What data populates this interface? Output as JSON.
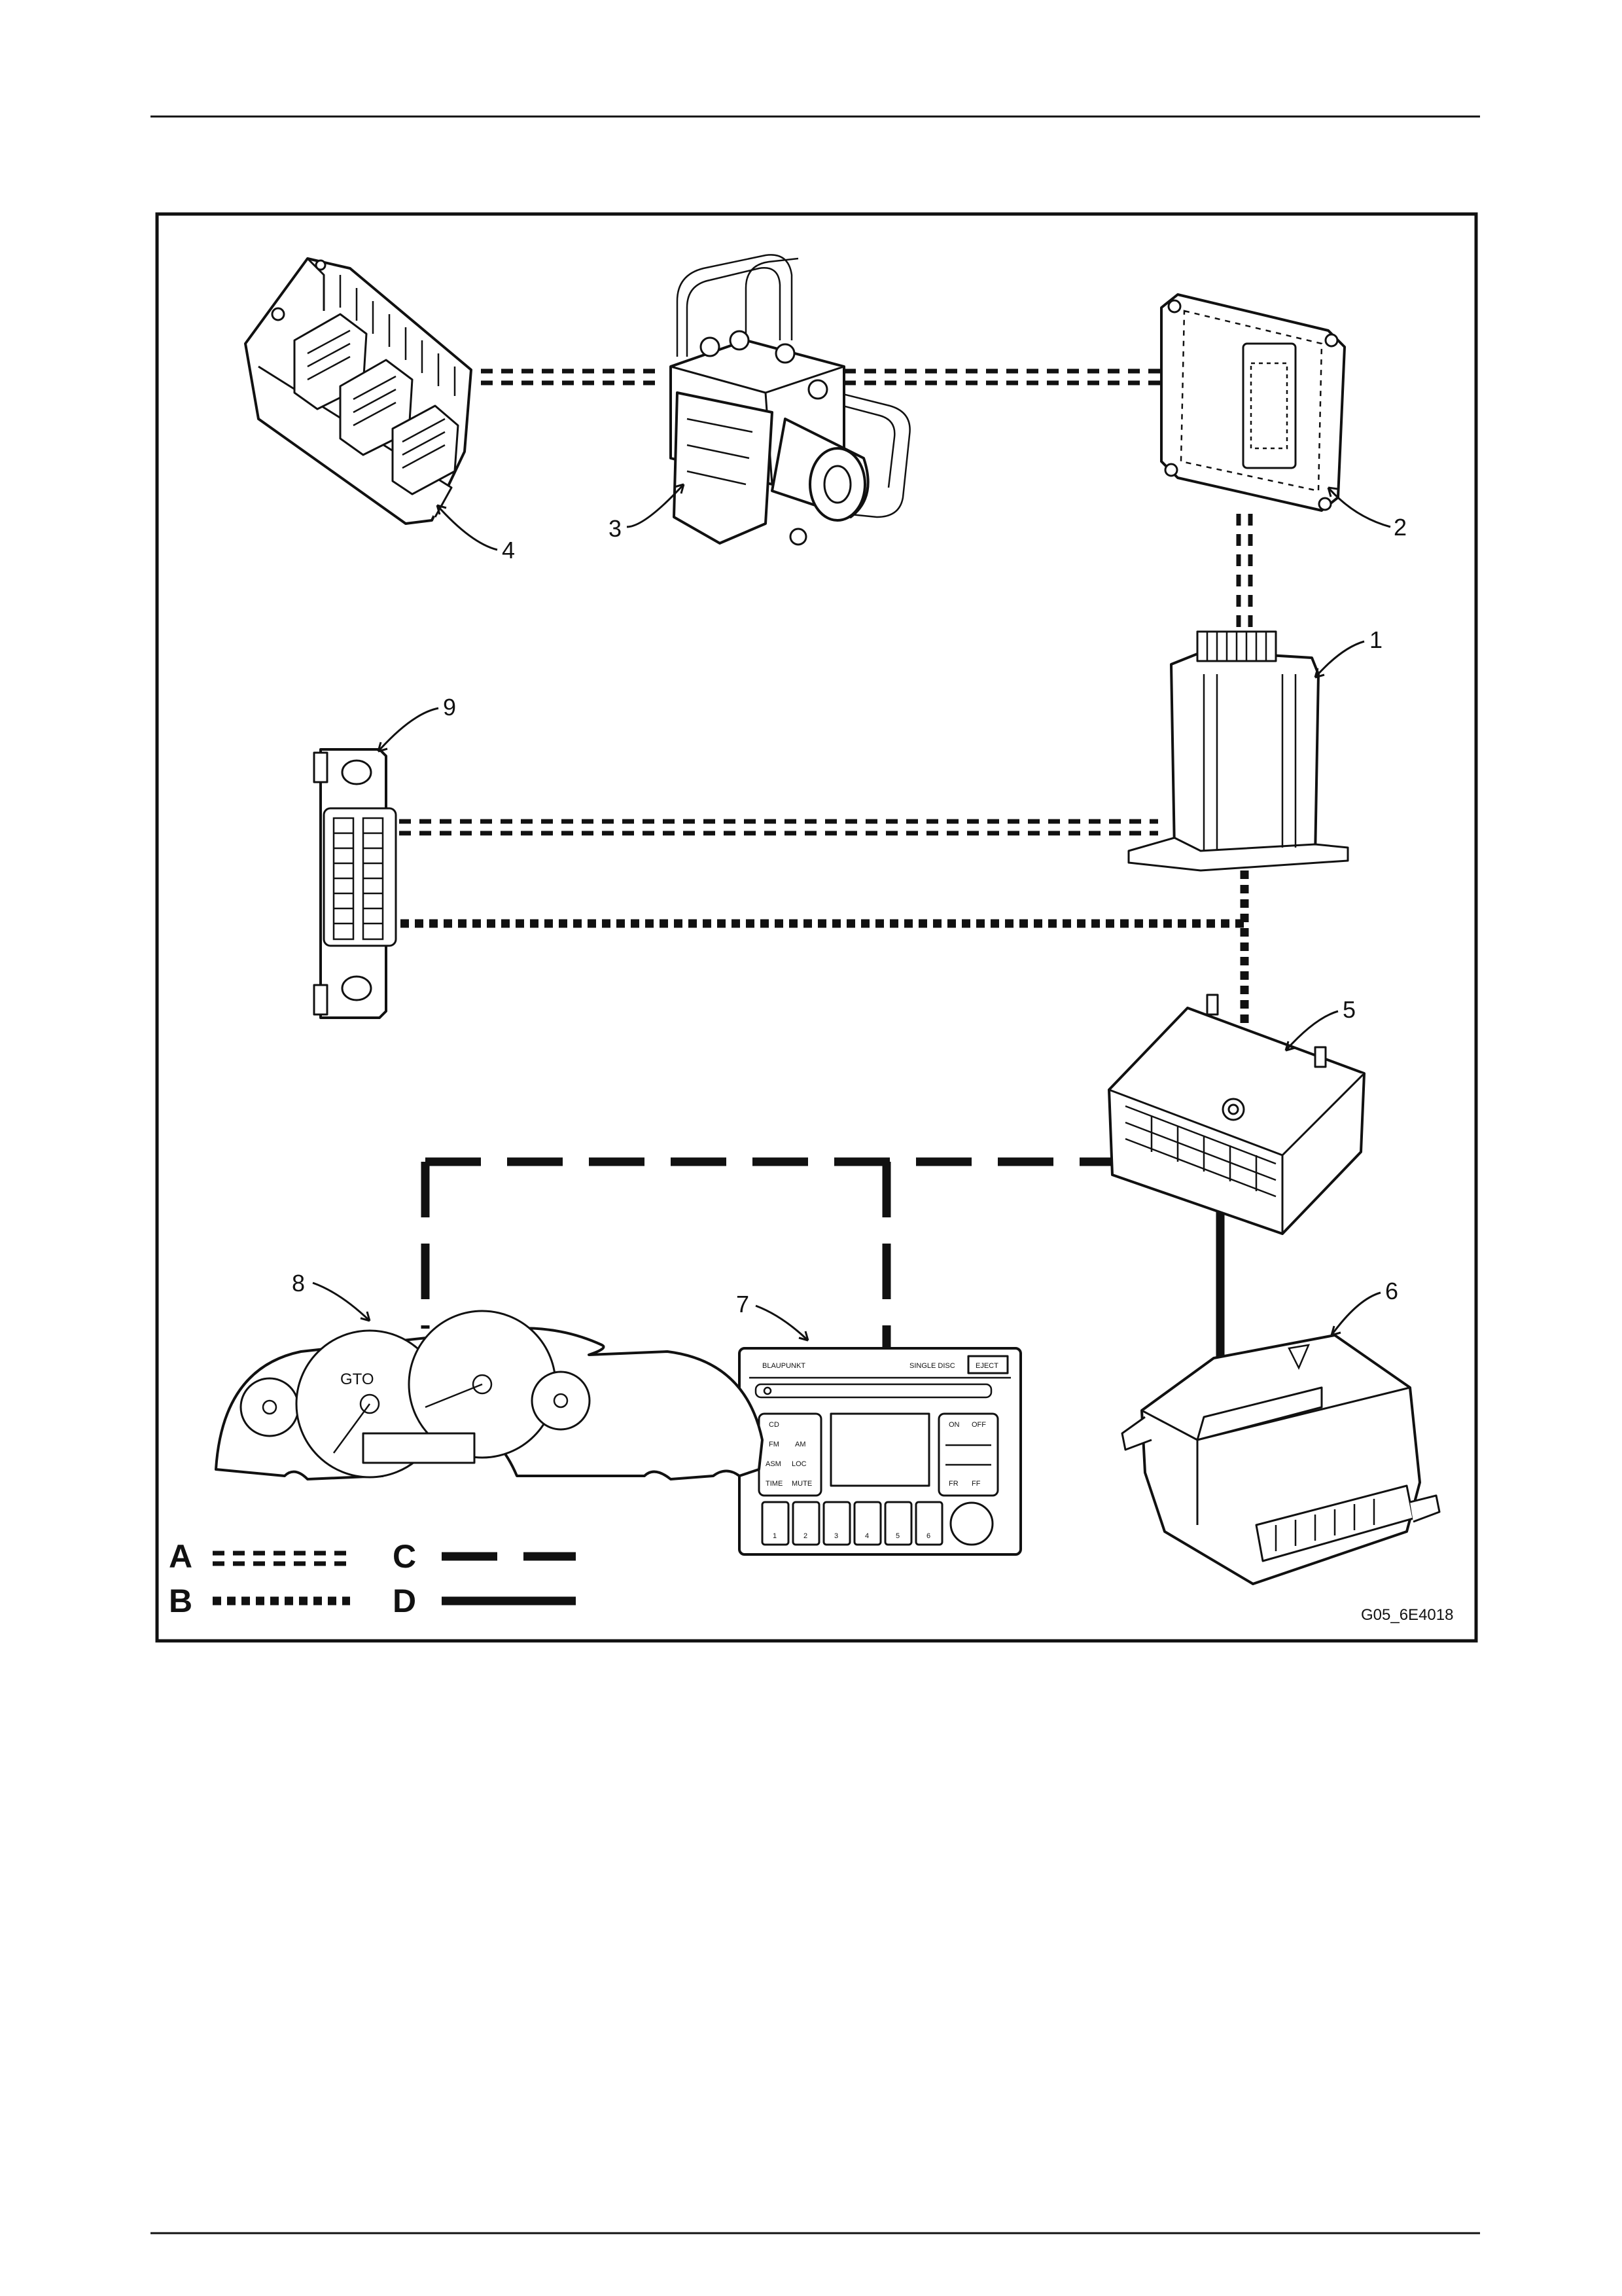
{
  "figure_code": "G05_6E4018",
  "components": [
    {
      "id": "1",
      "label": "1"
    },
    {
      "id": "2",
      "label": "2"
    },
    {
      "id": "3",
      "label": "3"
    },
    {
      "id": "4",
      "label": "4"
    },
    {
      "id": "5",
      "label": "5"
    },
    {
      "id": "6",
      "label": "6"
    },
    {
      "id": "7",
      "label": "7"
    },
    {
      "id": "8",
      "label": "8"
    },
    {
      "id": "9",
      "label": "9"
    }
  ],
  "legend": [
    {
      "key": "A",
      "style": "thin-double-dash"
    },
    {
      "key": "B",
      "style": "thick-dotted"
    },
    {
      "key": "C",
      "style": "long-dash"
    },
    {
      "key": "D",
      "style": "solid"
    }
  ],
  "radio": {
    "brand": "BLAUPUNKT",
    "disc": "SINGLE DISC",
    "eject": "EJECT",
    "buttons_left": [
      "CD",
      "FM",
      "AM",
      "ASM",
      "LOC",
      "TIME",
      "MUTE"
    ],
    "buttons_right": [
      "ON",
      "OFF",
      "FR",
      "FF"
    ],
    "presets": [
      "1",
      "2",
      "3",
      "4",
      "5",
      "6"
    ]
  },
  "cluster": {
    "logo": "GTO"
  }
}
